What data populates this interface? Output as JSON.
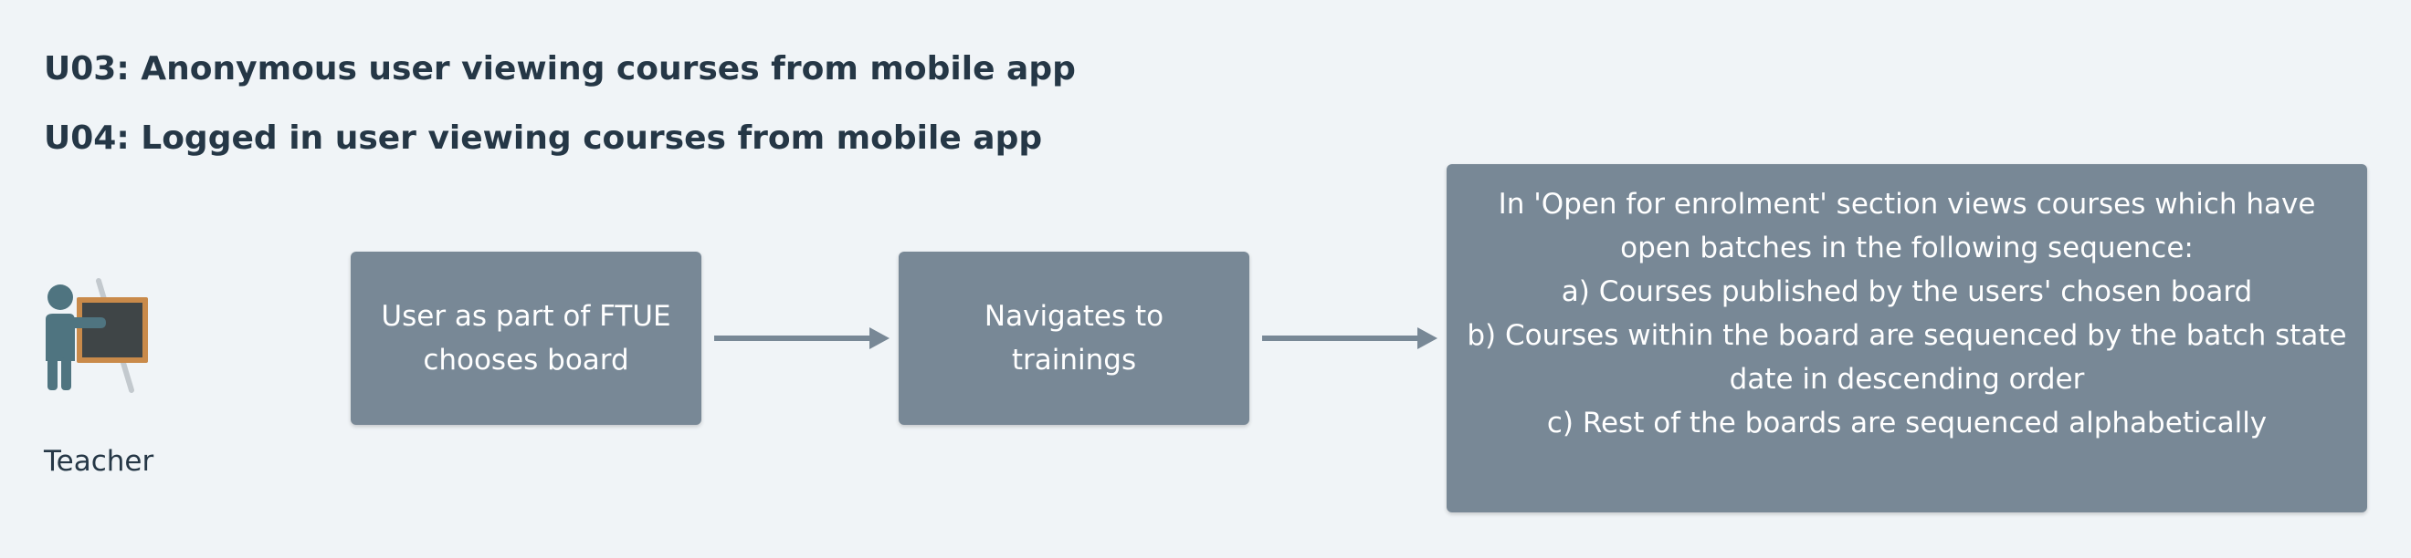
{
  "headings": {
    "u03": "U03: Anonymous user viewing courses from mobile app",
    "u04": "U04: Logged in user viewing courses from mobile app"
  },
  "actor": {
    "label": "Teacher",
    "icon": "teacher-icon"
  },
  "steps": [
    {
      "text": "User as part of FTUE\nchooses board"
    },
    {
      "text": "Navigates to\ntrainings"
    },
    {
      "text": "In 'Open for enrolment' section views courses which have\nopen batches in the following sequence:\na) Courses published by the users' chosen board\nb) Courses within the board are sequenced by the batch state\ndate in descending order\nc) Rest of the boards are sequenced alphabetically"
    }
  ],
  "colors": {
    "background": "#f0f4f7",
    "box": "#788896",
    "box_text": "#ffffff",
    "heading": "#253746",
    "arrow": "#788896"
  }
}
